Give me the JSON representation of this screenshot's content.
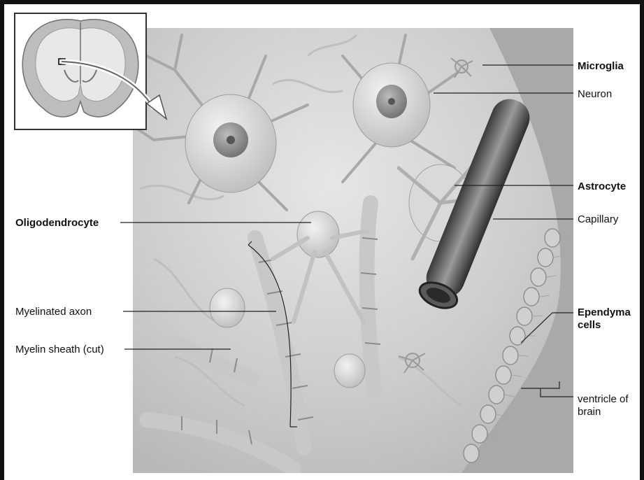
{
  "labels": {
    "microglia": "Microglia",
    "neuron": "Neuron",
    "astrocyte": "Astrocyte",
    "capillary": "Capillary",
    "oligodendrocyte": "Oligodendrocyte",
    "myelinated_axon": "Myelinated axon",
    "myelin_sheath": "Myelin sheath (cut)",
    "ependymal_line1": "Ependyma",
    "ependymal_line2": "cells",
    "ventricle_line1": "ventricle of",
    "ventricle_line2": "brain"
  },
  "colors": {
    "background": "#ffffff",
    "border": "#111111",
    "tissue": "#cfcfcf",
    "cell": "#e4e4e4",
    "nucleus": "#8a8a8a"
  },
  "icons": {
    "inset": "brain-coronal-section-icon",
    "arrow": "zoom-arrow-icon"
  }
}
